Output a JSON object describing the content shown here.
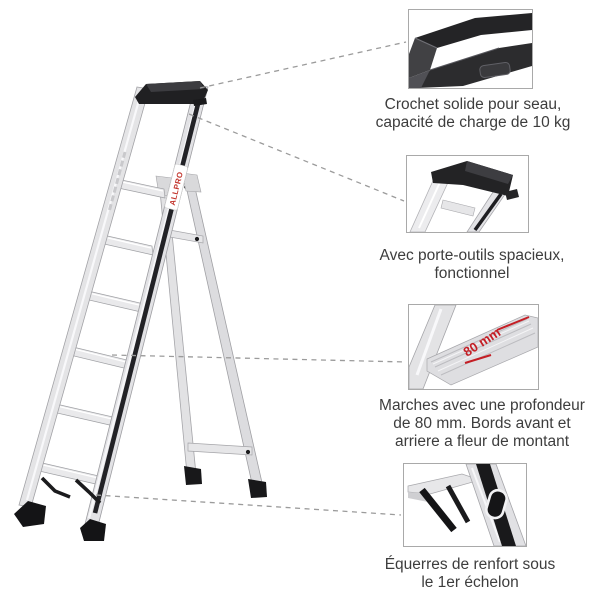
{
  "product": {
    "brand_label": "ALLPRO"
  },
  "callouts": [
    {
      "name": "bucket-hook",
      "lines": [
        "Crochet solide pour seau,",
        "capacité de charge de 10 kg"
      ]
    },
    {
      "name": "tool-tray",
      "lines": [
        "Avec porte-outils spacieux,",
        "fonctionnel"
      ]
    },
    {
      "name": "step-depth",
      "annotation": "80 mm",
      "lines": [
        "Marches avec une profondeur",
        "de 80 mm. Bords avant et",
        "arriere a fleur de montant"
      ]
    },
    {
      "name": "reinforcement-bracket",
      "lines": [
        "Équerres de renfort sous",
        "le 1er échelon"
      ]
    }
  ],
  "colors": {
    "accent_red": "#c41e25",
    "connector_gray": "#9b9b9b",
    "caption_text": "#3d3d3d",
    "tray_black": "#202022",
    "aluminum": "#e4e4e6"
  }
}
